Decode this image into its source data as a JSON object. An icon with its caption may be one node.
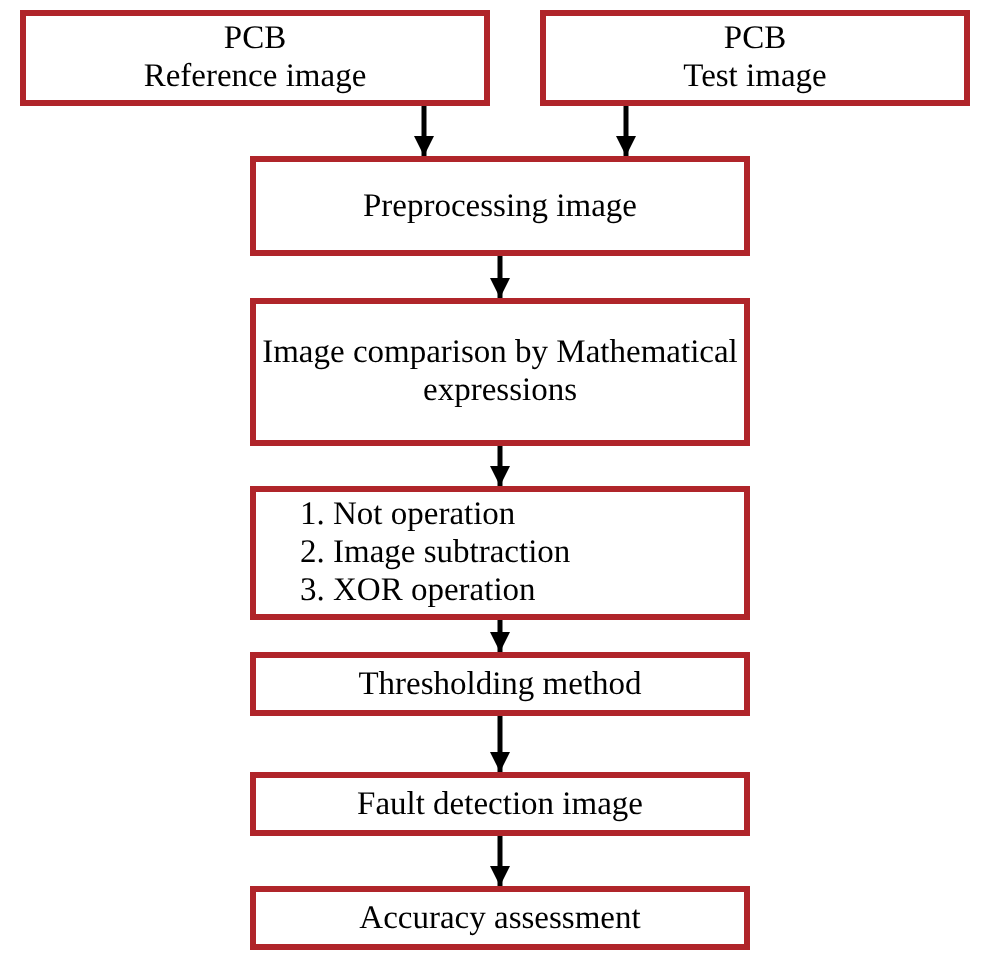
{
  "diagram": {
    "nodes": [
      {
        "text": [
          "PCB",
          "Reference image"
        ]
      },
      {
        "text": [
          "PCB",
          "Test image"
        ]
      },
      {
        "text": [
          "Preprocessing image"
        ]
      },
      {
        "text": [
          "Image comparison by Mathematical expressions"
        ]
      },
      {
        "text": [
          "1. Not operation",
          "2. Image subtraction",
          "3. XOR operation"
        ]
      },
      {
        "text": [
          "Thresholding method"
        ]
      },
      {
        "text": [
          "Fault detection image"
        ]
      },
      {
        "text": [
          "Accuracy assessment"
        ]
      }
    ],
    "edges": [
      {
        "from": 0,
        "to": 2,
        "arrow": "to"
      },
      {
        "from": 1,
        "to": 2,
        "arrow": "to"
      },
      {
        "from": 2,
        "to": 3,
        "arrow": "to"
      },
      {
        "from": 3,
        "to": 4,
        "arrow": "to"
      },
      {
        "from": 4,
        "to": 5,
        "arrow": "to"
      },
      {
        "from": 5,
        "to": 6,
        "arrow": "to"
      },
      {
        "from": 6,
        "to": 7,
        "arrow": "to"
      }
    ]
  }
}
